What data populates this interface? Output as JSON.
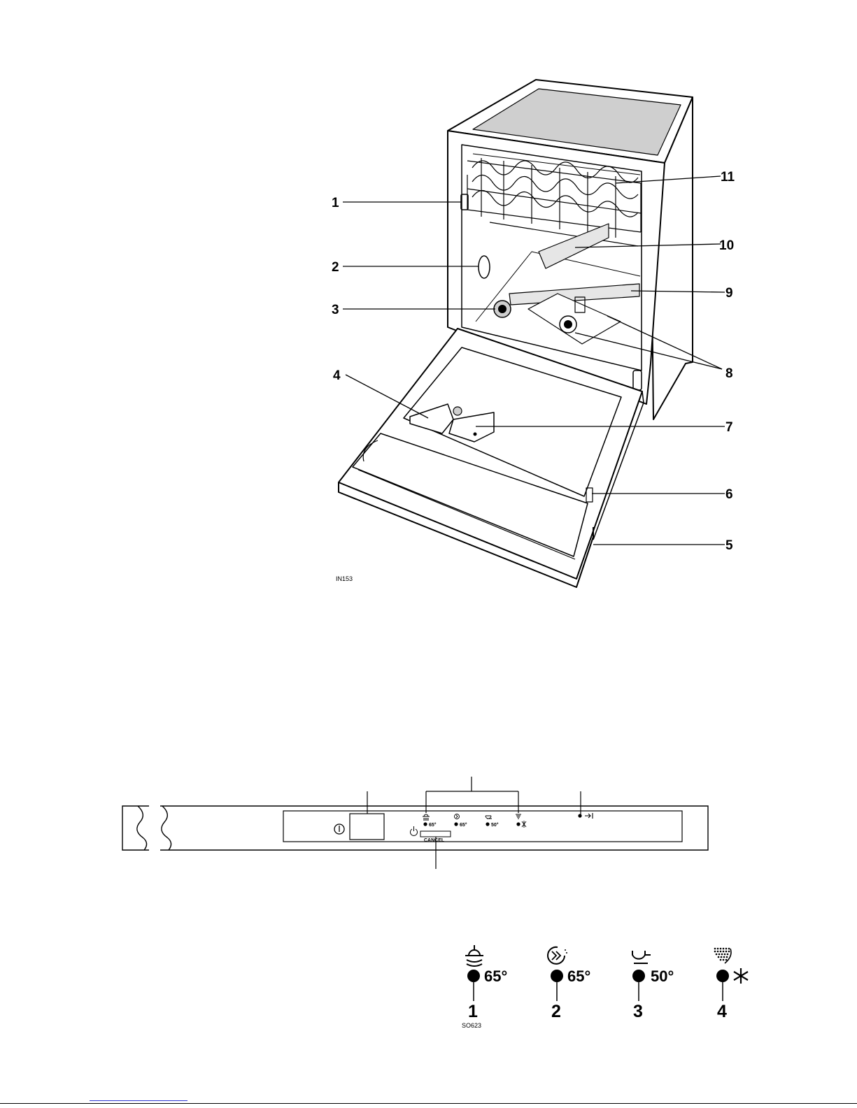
{
  "dishwasher": {
    "callouts": [
      "1",
      "2",
      "3",
      "4",
      "5",
      "6",
      "7",
      "8",
      "9",
      "10",
      "11"
    ],
    "figure_code": "IN153"
  },
  "control_panel": {
    "temp_1": "65°",
    "temp_2": "65°",
    "temp_3": "50°",
    "cancel_label": "CANCEL"
  },
  "programs": {
    "items": [
      {
        "number": "1",
        "temp": "65°",
        "icon": "intensive-wash-icon"
      },
      {
        "number": "2",
        "temp": "65°",
        "icon": "quick-wash-icon"
      },
      {
        "number": "3",
        "temp": "50°",
        "icon": "eco-wash-icon"
      },
      {
        "number": "4",
        "temp": "",
        "icon": "rinse-hold-icon"
      }
    ],
    "figure_code": "SO623"
  }
}
